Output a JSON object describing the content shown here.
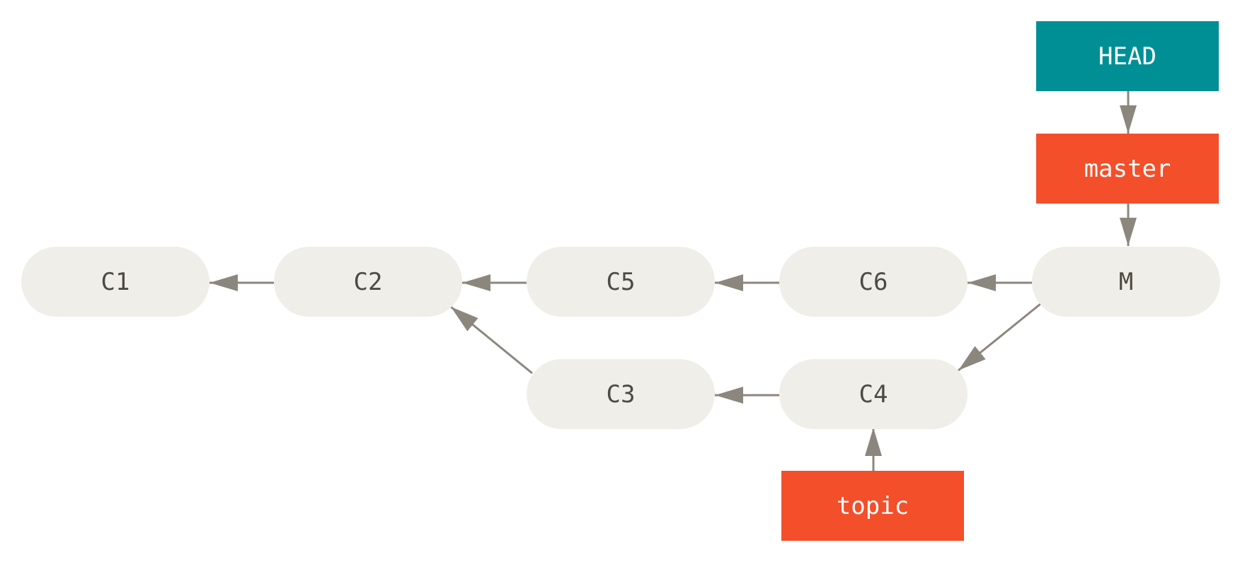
{
  "commits": [
    {
      "id": "c1",
      "label": "C1"
    },
    {
      "id": "c2",
      "label": "C2"
    },
    {
      "id": "c5",
      "label": "C5"
    },
    {
      "id": "c6",
      "label": "C6"
    },
    {
      "id": "m",
      "label": "M"
    },
    {
      "id": "c3",
      "label": "C3"
    },
    {
      "id": "c4",
      "label": "C4"
    }
  ],
  "refs": {
    "head": {
      "label": "HEAD",
      "color": "#008f95"
    },
    "master": {
      "label": "master",
      "color": "#f34f2b"
    },
    "topic": {
      "label": "topic",
      "color": "#f34f2b"
    }
  },
  "edges": [
    {
      "from": "C2",
      "to": "C1"
    },
    {
      "from": "C5",
      "to": "C2"
    },
    {
      "from": "C6",
      "to": "C5"
    },
    {
      "from": "M",
      "to": "C6"
    },
    {
      "from": "M",
      "to": "C4"
    },
    {
      "from": "C3",
      "to": "C2"
    },
    {
      "from": "C4",
      "to": "C3"
    },
    {
      "from": "HEAD",
      "to": "master"
    },
    {
      "from": "master",
      "to": "M"
    },
    {
      "from": "topic",
      "to": "C4"
    }
  ],
  "colors": {
    "commit_fill": "#efeee8",
    "commit_text": "#4d4a44",
    "arrow": "#8c877e"
  }
}
